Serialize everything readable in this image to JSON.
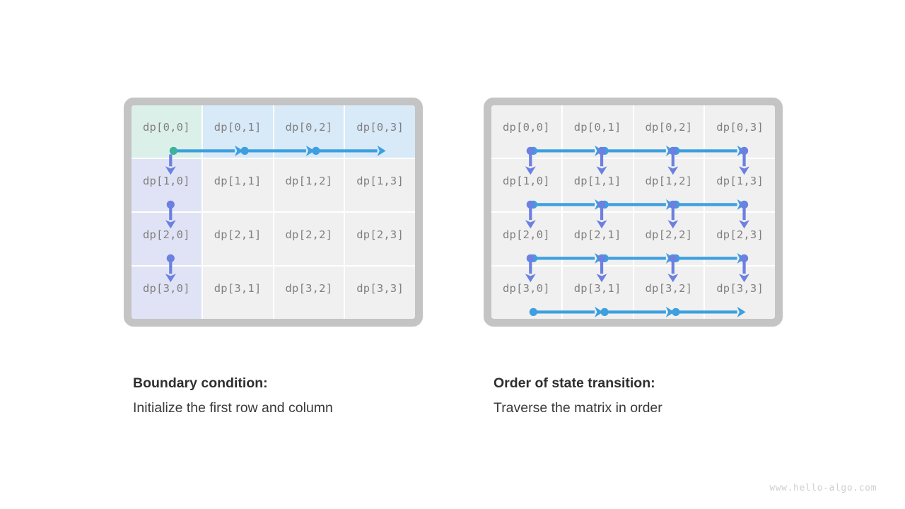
{
  "page": {
    "background": "#ffffff",
    "watermark": "www.hello-algo.com"
  },
  "colors": {
    "frame_border": "#c4c4c4",
    "cell_default": "#f0f0f0",
    "cell_start_green": "#dcf0ea",
    "cell_first_row_blue": "#d8e9f8",
    "cell_first_col_purple": "#e0e3f5",
    "arrow_horizontal_blue": "#3d9fe0",
    "arrow_vertical_periwinkle": "#6b80e0",
    "dot_start_teal": "#3db39e",
    "label_gray": "#808080",
    "caption_title": "#2f2f2f",
    "caption_body": "#3a3a3a",
    "watermark_gray": "#cfcfcf"
  },
  "panels": [
    {
      "id": "boundary-condition",
      "caption_title": "Boundary condition:",
      "caption_body": "Initialize the first row and column",
      "grid": {
        "rows": 4,
        "cols": 4,
        "cells": [
          [
            {
              "label": "dp[0,0]",
              "fill": "green"
            },
            {
              "label": "dp[0,1]",
              "fill": "blue"
            },
            {
              "label": "dp[0,2]",
              "fill": "blue"
            },
            {
              "label": "dp[0,3]",
              "fill": "blue"
            }
          ],
          [
            {
              "label": "dp[1,0]",
              "fill": "purple"
            },
            {
              "label": "dp[1,1]",
              "fill": "default"
            },
            {
              "label": "dp[1,2]",
              "fill": "default"
            },
            {
              "label": "dp[1,3]",
              "fill": "default"
            }
          ],
          [
            {
              "label": "dp[2,0]",
              "fill": "purple"
            },
            {
              "label": "dp[2,1]",
              "fill": "default"
            },
            {
              "label": "dp[2,2]",
              "fill": "default"
            },
            {
              "label": "dp[2,3]",
              "fill": "default"
            }
          ],
          [
            {
              "label": "dp[3,0]",
              "fill": "purple"
            },
            {
              "label": "dp[3,1]",
              "fill": "default"
            },
            {
              "label": "dp[3,2]",
              "fill": "default"
            },
            {
              "label": "dp[3,3]",
              "fill": "default"
            }
          ]
        ]
      },
      "arrows": {
        "horizontal": [
          {
            "row": 0,
            "from_col": 0,
            "to_col": 1,
            "dot": true,
            "dot_color": "teal"
          },
          {
            "row": 0,
            "from_col": 1,
            "to_col": 2,
            "dot": true,
            "dot_color": "blue"
          },
          {
            "row": 0,
            "from_col": 2,
            "to_col": 3,
            "dot": true,
            "dot_color": "blue"
          }
        ],
        "vertical": [
          {
            "col": 0,
            "from_row": 0,
            "to_row": 1,
            "dot": false
          },
          {
            "col": 0,
            "from_row": 1,
            "to_row": 2,
            "dot": true
          },
          {
            "col": 0,
            "from_row": 2,
            "to_row": 3,
            "dot": true
          }
        ]
      }
    },
    {
      "id": "state-transition-order",
      "caption_title": "Order of state transition:",
      "caption_body": "Traverse the matrix in order",
      "grid": {
        "rows": 4,
        "cols": 4,
        "cells": [
          [
            {
              "label": "dp[0,0]",
              "fill": "default"
            },
            {
              "label": "dp[0,1]",
              "fill": "default"
            },
            {
              "label": "dp[0,2]",
              "fill": "default"
            },
            {
              "label": "dp[0,3]",
              "fill": "default"
            }
          ],
          [
            {
              "label": "dp[1,0]",
              "fill": "default"
            },
            {
              "label": "dp[1,1]",
              "fill": "default"
            },
            {
              "label": "dp[1,2]",
              "fill": "default"
            },
            {
              "label": "dp[1,3]",
              "fill": "default"
            }
          ],
          [
            {
              "label": "dp[2,0]",
              "fill": "default"
            },
            {
              "label": "dp[2,1]",
              "fill": "default"
            },
            {
              "label": "dp[2,2]",
              "fill": "default"
            },
            {
              "label": "dp[2,3]",
              "fill": "default"
            }
          ],
          [
            {
              "label": "dp[3,0]",
              "fill": "default"
            },
            {
              "label": "dp[3,1]",
              "fill": "default"
            },
            {
              "label": "dp[3,2]",
              "fill": "default"
            },
            {
              "label": "dp[3,3]",
              "fill": "default"
            }
          ]
        ]
      },
      "arrows": {
        "horizontal": [
          {
            "row": 0,
            "from_col": 0,
            "to_col": 1,
            "dot": true,
            "dot_color": "blue"
          },
          {
            "row": 0,
            "from_col": 1,
            "to_col": 2,
            "dot": true,
            "dot_color": "blue"
          },
          {
            "row": 0,
            "from_col": 2,
            "to_col": 3,
            "dot": true,
            "dot_color": "blue"
          },
          {
            "row": 1,
            "from_col": 0,
            "to_col": 1,
            "dot": true,
            "dot_color": "blue"
          },
          {
            "row": 1,
            "from_col": 1,
            "to_col": 2,
            "dot": true,
            "dot_color": "blue"
          },
          {
            "row": 1,
            "from_col": 2,
            "to_col": 3,
            "dot": true,
            "dot_color": "blue"
          },
          {
            "row": 2,
            "from_col": 0,
            "to_col": 1,
            "dot": true,
            "dot_color": "blue"
          },
          {
            "row": 2,
            "from_col": 1,
            "to_col": 2,
            "dot": true,
            "dot_color": "blue"
          },
          {
            "row": 2,
            "from_col": 2,
            "to_col": 3,
            "dot": true,
            "dot_color": "blue"
          },
          {
            "row": 3,
            "from_col": 0,
            "to_col": 1,
            "dot": true,
            "dot_color": "blue"
          },
          {
            "row": 3,
            "from_col": 1,
            "to_col": 2,
            "dot": true,
            "dot_color": "blue"
          },
          {
            "row": 3,
            "from_col": 2,
            "to_col": 3,
            "dot": true,
            "dot_color": "blue"
          }
        ],
        "vertical": [
          {
            "col": 0,
            "from_row": 0,
            "to_row": 1,
            "dot": true
          },
          {
            "col": 1,
            "from_row": 0,
            "to_row": 1,
            "dot": true
          },
          {
            "col": 2,
            "from_row": 0,
            "to_row": 1,
            "dot": true
          },
          {
            "col": 3,
            "from_row": 0,
            "to_row": 1,
            "dot": true
          },
          {
            "col": 0,
            "from_row": 1,
            "to_row": 2,
            "dot": true
          },
          {
            "col": 1,
            "from_row": 1,
            "to_row": 2,
            "dot": true
          },
          {
            "col": 2,
            "from_row": 1,
            "to_row": 2,
            "dot": true
          },
          {
            "col": 3,
            "from_row": 1,
            "to_row": 2,
            "dot": true
          },
          {
            "col": 0,
            "from_row": 2,
            "to_row": 3,
            "dot": true
          },
          {
            "col": 1,
            "from_row": 2,
            "to_row": 3,
            "dot": true
          },
          {
            "col": 2,
            "from_row": 2,
            "to_row": 3,
            "dot": true
          },
          {
            "col": 3,
            "from_row": 2,
            "to_row": 3,
            "dot": true
          }
        ]
      }
    }
  ]
}
